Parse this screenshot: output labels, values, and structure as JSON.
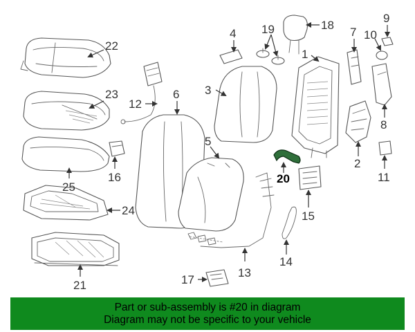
{
  "callouts": {
    "c1": "1",
    "c2": "2",
    "c3": "3",
    "c4": "4",
    "c5": "5",
    "c6": "6",
    "c7": "7",
    "c8": "8",
    "c9": "9",
    "c10": "10",
    "c11": "11",
    "c12": "12",
    "c13": "13",
    "c14": "14",
    "c15": "15",
    "c16": "16",
    "c17": "17",
    "c18": "18",
    "c19": "19",
    "c20": "20",
    "c21": "21",
    "c22": "22",
    "c23": "23",
    "c24": "24",
    "c25": "25"
  },
  "highlighted_part": "20",
  "banner": {
    "line1": "Part or sub-assembly is #20 in diagram",
    "line2": "Diagram may not be specific to your vehicle",
    "background": "#0f8a1e"
  }
}
